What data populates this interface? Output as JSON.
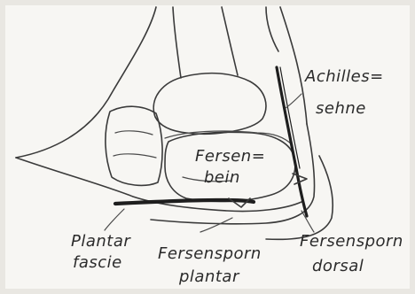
{
  "paper_color": "#f7f6f3",
  "ink_color": "#3a3a3a",
  "labels": {
    "achilles_line1": "Achilles=",
    "achilles_line2": "sehne",
    "fersenbein_line1": "Fersen=",
    "fersenbein_line2": "bein",
    "plantar_fascie_line1": "Plantar",
    "plantar_fascie_line2": "fascie",
    "fersensporn_plantar_line1": "Fersensporn",
    "fersensporn_plantar_line2": "plantar",
    "fersensporn_dorsal_line1": "Fersensporn",
    "fersensporn_dorsal_line2": "dorsal"
  }
}
